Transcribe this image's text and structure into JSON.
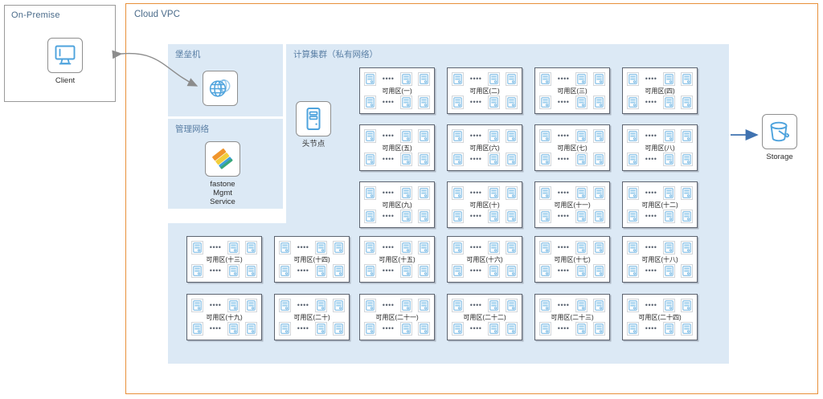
{
  "colors": {
    "vpc_border": "#e8903a",
    "onprem_border": "#9a9a9a",
    "panel_bg": "#dce9f5",
    "zone_title": "#4a6b8a",
    "panel_title": "#5a7fa5",
    "icon_blue": "#4ea3dd",
    "storage_arrow": "#3f72b0",
    "bastion_arrow": "#8c8c8c",
    "az_border": "#5d6470"
  },
  "onpremise": {
    "title": "On-Premise",
    "client": {
      "label": "Client",
      "icon": "monitor-icon"
    }
  },
  "vpc": {
    "title": "Cloud VPC",
    "bastion": {
      "title": "堡垒机",
      "node": {
        "label": "",
        "icon": "globe-network-icon"
      }
    },
    "mgmt_network": {
      "title": "管理网络",
      "node": {
        "label": "fastone\nMgmt Service",
        "icon": "fastone-logo-icon"
      }
    },
    "cluster": {
      "title": "计算集群（私有网络）",
      "head_node": {
        "label": "头节点",
        "icon": "server-tower-icon"
      },
      "zones": [
        "可用区(一)",
        "可用区(二)",
        "可用区(三)",
        "可用区(四)",
        "可用区(五)",
        "可用区(六)",
        "可用区(七)",
        "可用区(八)",
        "可用区(九)",
        "可用区(十)",
        "可用区(十一)",
        "可用区(十二)",
        "可用区(十三)",
        "可用区(十四)",
        "可用区(十五)",
        "可用区(十六)",
        "可用区(十七)",
        "可用区(十八)",
        "可用区(十九)",
        "可用区(二十)",
        "可用区(二十一)",
        "可用区(二十二)",
        "可用区(二十三)",
        "可用区(二十四)"
      ],
      "zone_dots": "••••"
    }
  },
  "storage": {
    "label": "Storage",
    "icon": "bucket-icon"
  }
}
